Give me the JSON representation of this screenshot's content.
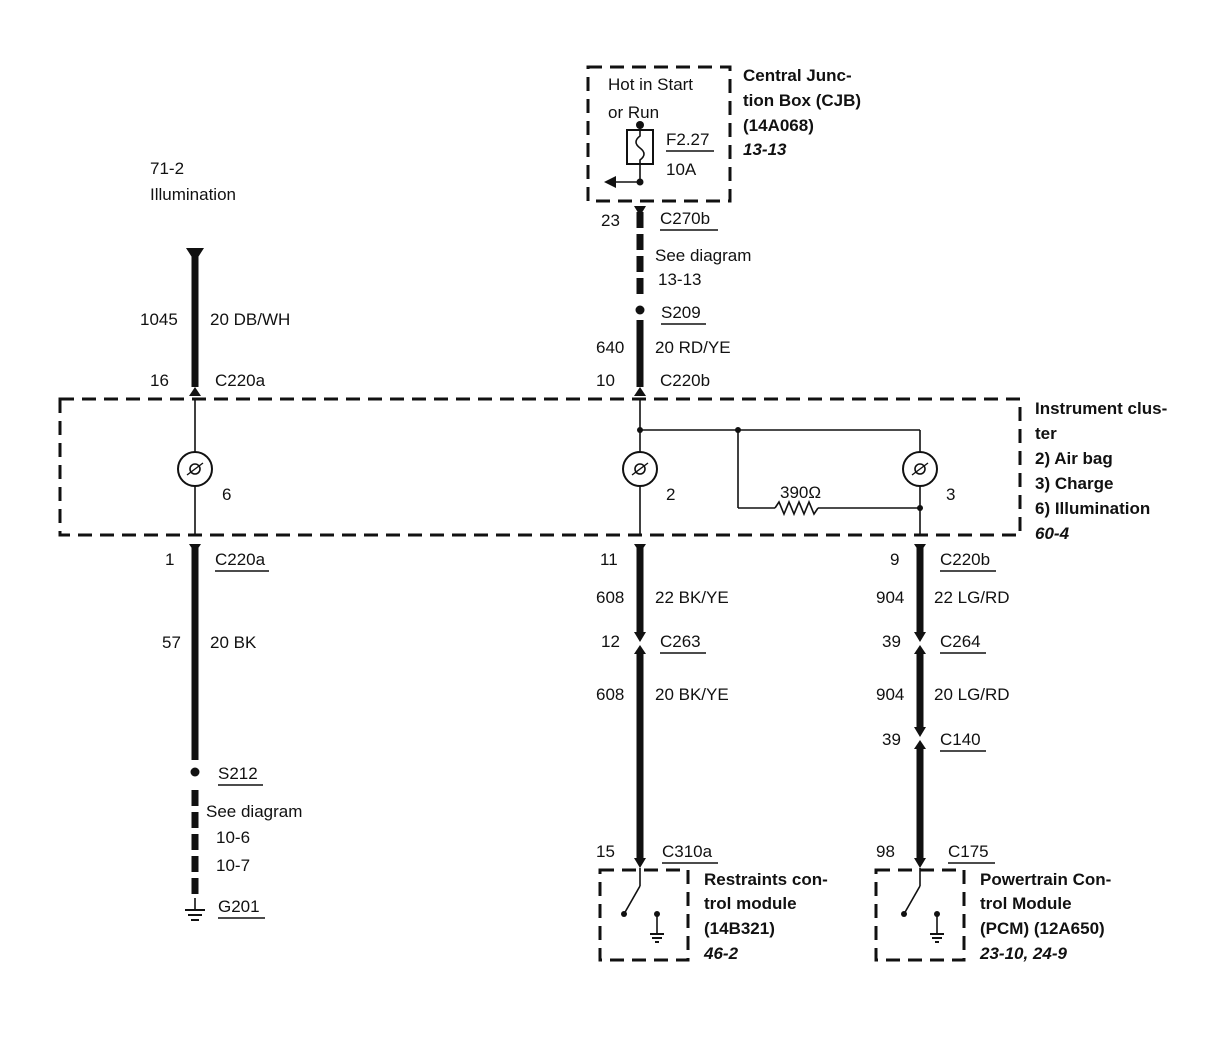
{
  "cjb": {
    "hot_text_1": "Hot in Start",
    "hot_text_2": "or Run",
    "fuse_id": "F2.27",
    "fuse_rating": "10A",
    "title_1": "Central Junc-",
    "title_2": "tion Box (CJB)",
    "part_no": "(14A068)",
    "ref": "13-13"
  },
  "ref_71_2": {
    "line1": "71-2",
    "line2": "Illumination"
  },
  "left_circuit": {
    "circuit_top": "1045",
    "wire_top": "20 DB/WH",
    "pin_top": "16",
    "conn_top": "C220a",
    "pin_bottom": "1",
    "conn_bottom": "C220a",
    "circuit_bottom": "57",
    "wire_bottom": "20 BK",
    "splice": "S212",
    "see_diagram": "See diagram",
    "ref1": "10-6",
    "ref2": "10-7",
    "ground": "G201"
  },
  "center_circuit": {
    "pin_c270b": "23",
    "conn_c270b": "C270b",
    "see_diagram": "See diagram",
    "see_ref": "13-13",
    "splice": "S209",
    "circuit": "640",
    "wire": "20 RD/YE",
    "pin_c220b": "10",
    "conn_c220b": "C220b",
    "pin_bottom": "11",
    "circuit_608a": "608",
    "wire_608a": "22 BK/YE",
    "pin_c263": "12",
    "conn_c263": "C263",
    "circuit_608b": "608",
    "wire_608b": "20 BK/YE",
    "pin_c310a": "15",
    "conn_c310a": "C310a"
  },
  "right_circuit": {
    "pin_top": "9",
    "conn_top": "C220b",
    "circuit_904a": "904",
    "wire_904a": "22 LG/RD",
    "pin_c264": "39",
    "conn_c264": "C264",
    "circuit_904b": "904",
    "wire_904b": "20 LG/RD",
    "pin_c140": "39",
    "conn_c140": "C140",
    "pin_c175": "98",
    "conn_c175": "C175"
  },
  "cluster": {
    "resistor": "390Ω",
    "bulb_left": "6",
    "bulb_center": "2",
    "bulb_right": "3",
    "title_1": "Instrument clus-",
    "title_2": "ter",
    "item_2": "2)   Air bag",
    "item_3": "3)   Charge",
    "item_6": "6)   Illumination",
    "ref": "60-4"
  },
  "rcm": {
    "line1": "Restraints con-",
    "line2": "trol module",
    "line3": "(14B321)",
    "ref": "46-2"
  },
  "pcm": {
    "line1": "Powertrain Con-",
    "line2": "trol Module",
    "line3": "(PCM) (12A650)",
    "ref": "23-10, 24-9"
  }
}
